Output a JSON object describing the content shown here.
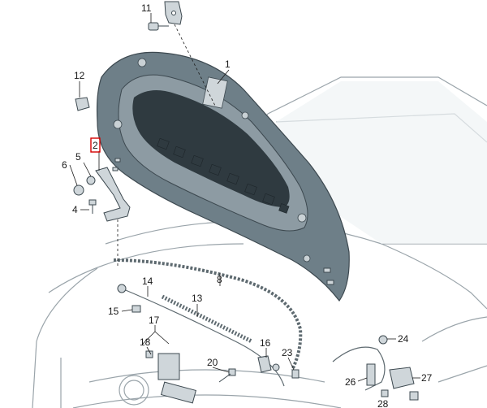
{
  "diagram": {
    "callouts": [
      {
        "id": "1",
        "text": "1"
      },
      {
        "id": "2",
        "text": "2",
        "highlighted": true
      },
      {
        "id": "4",
        "text": "4"
      },
      {
        "id": "5",
        "text": "5"
      },
      {
        "id": "6",
        "text": "6"
      },
      {
        "id": "8",
        "text": "8"
      },
      {
        "id": "11",
        "text": "11"
      },
      {
        "id": "12",
        "text": "12"
      },
      {
        "id": "13",
        "text": "13"
      },
      {
        "id": "14",
        "text": "14"
      },
      {
        "id": "15",
        "text": "15"
      },
      {
        "id": "16",
        "text": "16"
      },
      {
        "id": "17",
        "text": "17"
      },
      {
        "id": "18",
        "text": "18"
      },
      {
        "id": "20",
        "text": "20"
      },
      {
        "id": "23",
        "text": "23"
      },
      {
        "id": "24",
        "text": "24"
      },
      {
        "id": "26",
        "text": "26"
      },
      {
        "id": "27",
        "text": "27"
      },
      {
        "id": "28",
        "text": "28"
      }
    ],
    "colors": {
      "hood_fill": "#6e7f88",
      "hood_inner": "#8d9ba3",
      "panel_dark": "#2f3a40",
      "car_line": "#9aa4aa",
      "car_fill": "#eef1f3",
      "part_fill": "#cfd6da",
      "highlight": "#d40000"
    }
  }
}
